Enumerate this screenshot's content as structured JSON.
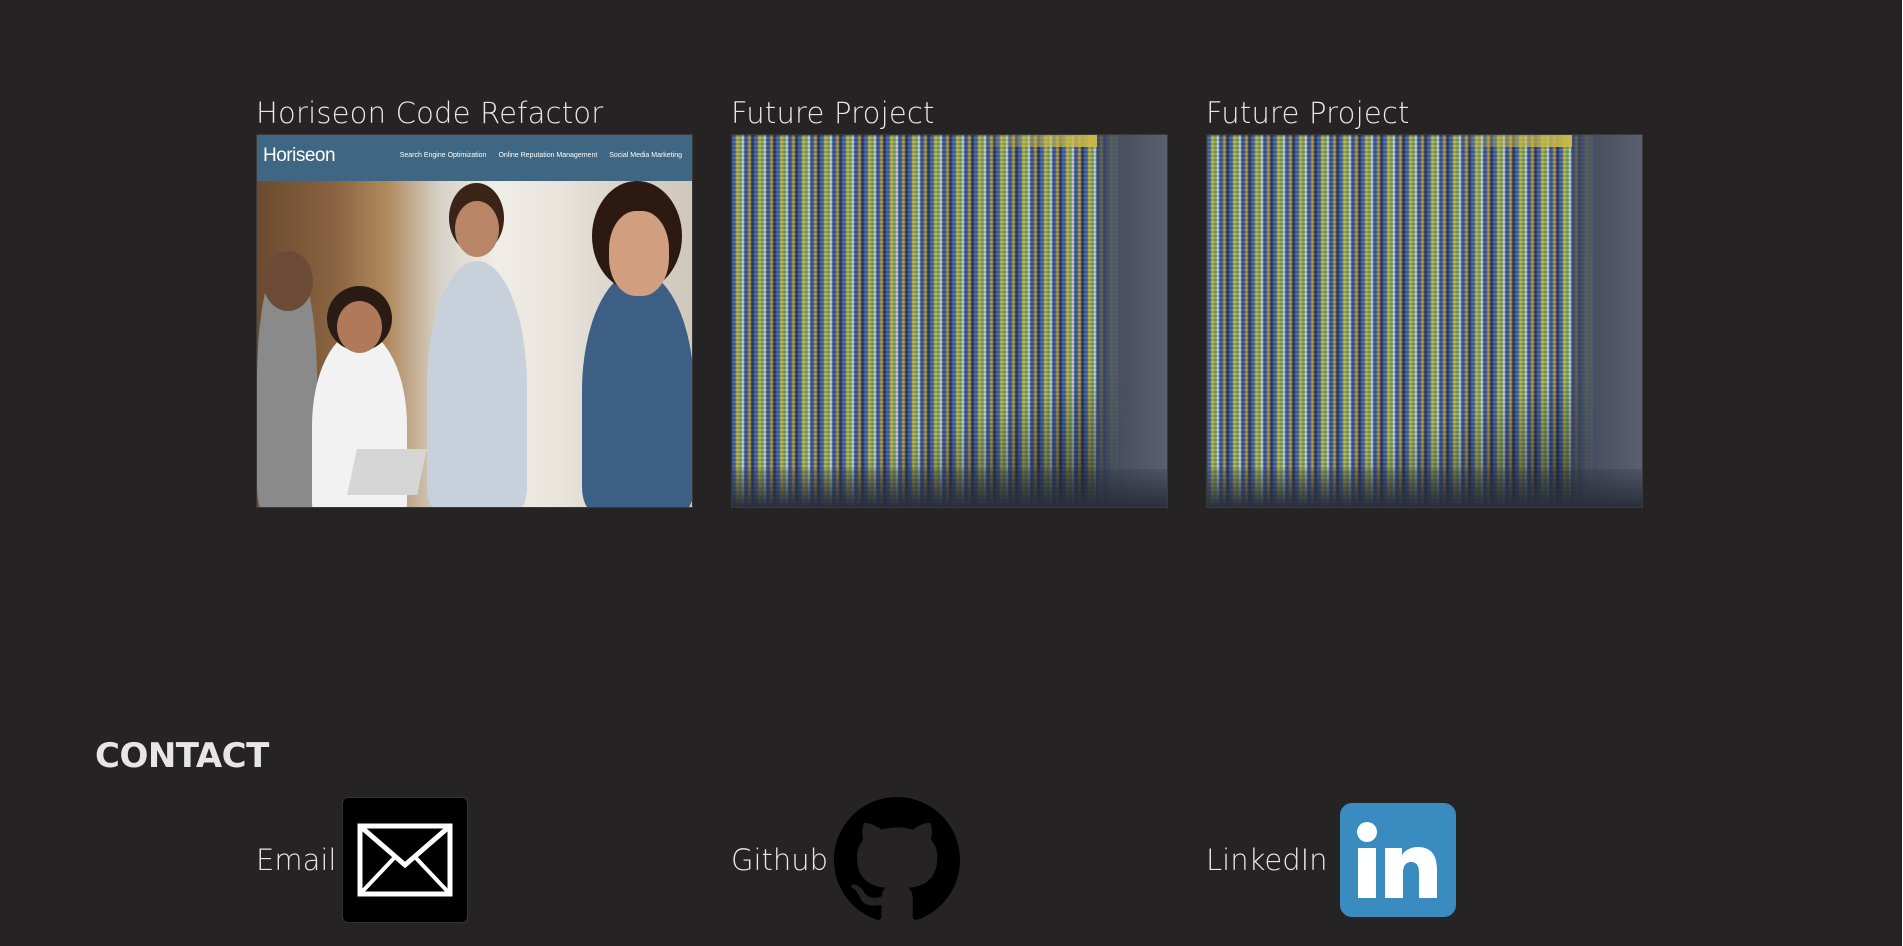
{
  "projects": [
    {
      "title": "Horiseon Code Refactor",
      "image": "horiseon-screenshot"
    },
    {
      "title": "Future Project",
      "image": "code-screen-photo"
    },
    {
      "title": "Future Project",
      "image": "code-screen-photo"
    }
  ],
  "horiseon_preview": {
    "brand": "Horiseon",
    "nav": [
      "Search Engine Optimization",
      "Online Reputation Management",
      "Social Media Marketing"
    ]
  },
  "contact": {
    "heading": "CONTACT",
    "items": [
      {
        "label": "Email",
        "icon": "envelope-icon"
      },
      {
        "label": "Github",
        "icon": "github-icon"
      },
      {
        "label": "LinkedIn",
        "icon": "linkedin-icon"
      }
    ]
  },
  "colors": {
    "background": "#252324",
    "text": "#e8e8e8",
    "linkedin": "#3a8bc0",
    "horiseon_header": "#3f6683"
  }
}
